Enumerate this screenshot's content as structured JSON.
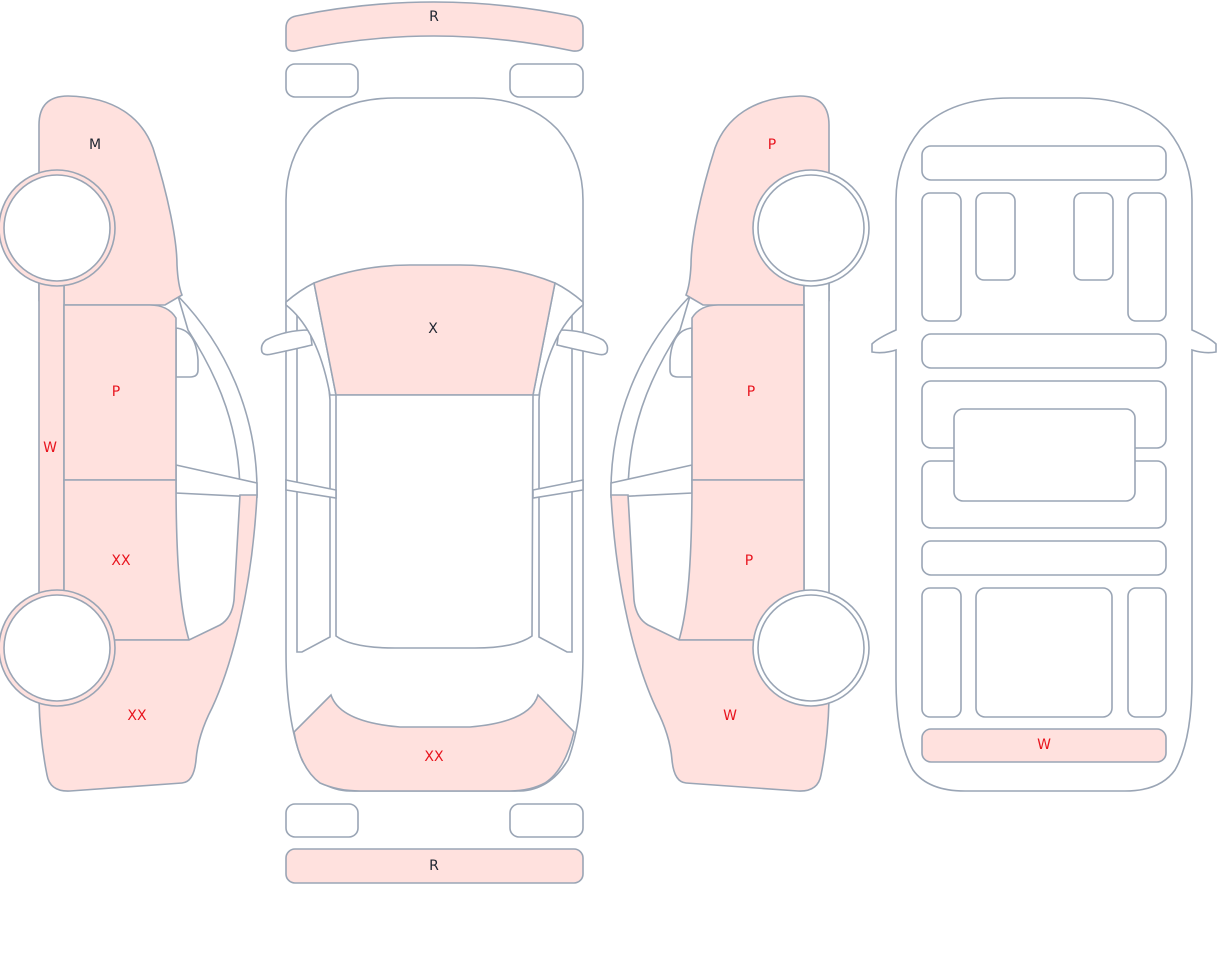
{
  "colors": {
    "damaged_fill": "#ffe1de",
    "outline": "#9aa5b5",
    "label_red": "#e8141e",
    "label_dark": "#1e2530"
  },
  "left_side": {
    "front_fender": "M",
    "rocker": "W",
    "front_door": "P",
    "rear_door": "XX",
    "rear_quarter": "XX"
  },
  "top_view": {
    "front_bumper": "R",
    "hood": "X",
    "trunk": "XX",
    "rear_bumper": "R"
  },
  "right_side": {
    "front_fender": "P",
    "front_door": "P",
    "rear_door": "P",
    "rear_quarter": "W"
  },
  "underside": {
    "rear_panel": "W"
  }
}
